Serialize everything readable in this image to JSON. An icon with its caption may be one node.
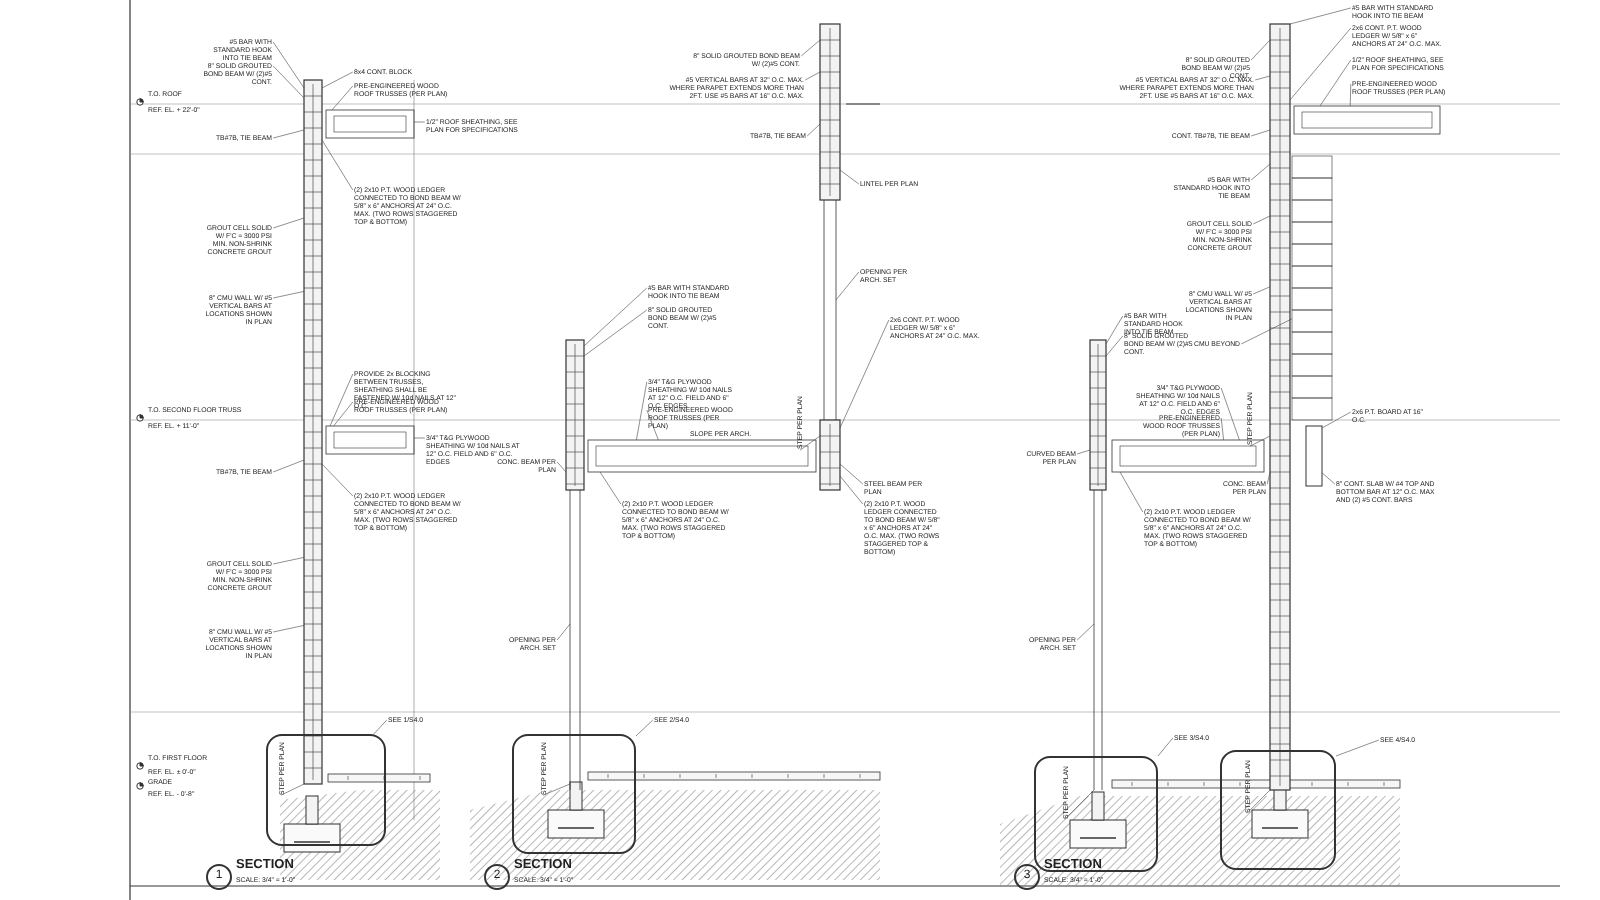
{
  "diagram": {
    "nodes": [
      {
        "text": [
          "#5 BAR WITH STANDARD HOOK INTO TIE BEAM"
        ]
      },
      {
        "text": [
          "8\" SOLID GROUTED BOND BEAM W/ (2)#5 CONT."
        ]
      },
      {
        "text": [
          "8x4 CONT. BLOCK"
        ]
      },
      {
        "text": [
          "PRE-ENGINEERED WOOD ROOF TRUSSES (PER PLAN)"
        ]
      },
      {
        "text": [
          "TB#7B, TIE BEAM"
        ]
      },
      {
        "text": [
          "1/2\" ROOF SHEATHING, SEE PLAN FOR SPECIFICATIONS"
        ]
      },
      {
        "text": [
          "(2) 2x10 P.T. WOOD LEDGER CONNECTED TO BOND BEAM W/ 5/8\" x 6\" ANCHORS AT 24\" O.C. MAX. (TWO ROWS STAGGERED TOP & BOTTOM)"
        ]
      },
      {
        "text": [
          "GROUT CELL SOLID W/ F'C = 3000 PSI MIN. NON-SHRINK CONCRETE GROUT"
        ]
      },
      {
        "text": [
          "8\" CMU WALL W/ #5 VERTICAL BARS AT LOCATIONS SHOWN IN PLAN"
        ]
      },
      {
        "text": [
          "PROVIDE 2x BLOCKING BETWEEN TRUSSES, SHEATHING SHALL BE FASTENED W/ 10d NAILS AT 12\" O.C."
        ]
      },
      {
        "text": [
          "PRE-ENGINEERED WOOD ROOF TRUSSES (PER PLAN)"
        ]
      },
      {
        "text": [
          "3/4\" T&G PLYWOOD SHEATHING W/ 10d NAILS AT 12\" O.C. FIELD AND 6\" O.C. EDGES"
        ]
      },
      {
        "text": [
          "TB#7B, TIE BEAM"
        ]
      },
      {
        "text": [
          "(2) 2x10 P.T. WOOD LEDGER CONNECTED TO BOND BEAM W/ 5/8\" x 6\" ANCHORS AT 24\" O.C. MAX. (TWO ROWS STAGGERED TOP & BOTTOM)"
        ]
      },
      {
        "text": [
          "GROUT CELL SOLID W/ F'C = 3000 PSI MIN. NON-SHRINK CONCRETE GROUT"
        ]
      },
      {
        "text": [
          "8\" CMU WALL W/ #5 VERTICAL BARS AT LOCATIONS SHOWN IN PLAN"
        ]
      },
      {
        "text": [
          "SEE 1/S4.0"
        ]
      },
      {
        "text": [
          "STEP PER PLAN"
        ],
        "in": 68
      },
      {
        "text": [
          "8\" SOLID GROUTED BOND BEAM W/ (2)#5 CONT."
        ]
      },
      {
        "text": [
          "#5 VERTICAL BARS AT 32\" O.C. MAX. WHERE PARAPET EXTENDS MORE THAN 2FT. USE #5 BARS AT 16\" O.C. MAX."
        ]
      },
      {
        "text": [
          "TB#7B, TIE BEAM"
        ]
      },
      {
        "text": [
          "LINTEL PER PLAN"
        ]
      },
      {
        "text": [
          "OPENING PER ARCH. SET"
        ]
      },
      {
        "text": [
          "#5 BAR WITH STANDARD HOOK INTO TIE BEAM"
        ]
      },
      {
        "text": [
          "8\" SOLID GROUTED BOND BEAM W/ (2)#5 CONT."
        ]
      },
      {
        "text": [
          "3/4\" T&G PLYWOOD SHEATHING W/ 10d NAILS AT 12\" O.C. FIELD AND 6\" O.C. EDGES"
        ]
      },
      {
        "text": [
          "PRE-ENGINEERED WOOD ROOF TRUSSES (PER PLAN)"
        ]
      },
      {
        "text": [
          "STEP PER PLAN"
        ]
      },
      {
        "text": [
          "2x6 CONT. P.T. WOOD LEDGER W/ 5/8\" x 6\" ANCHORS AT 24\" O.C. MAX."
        ]
      },
      {
        "text": [
          "CONC. BEAM PER PLAN"
        ]
      },
      {
        "text": [
          "(2) 2x10 P.T. WOOD LEDGER CONNECTED TO BOND BEAM W/ 5/8\" x 6\" ANCHORS AT 24\" O.C. MAX. (TWO ROWS STAGGERED TOP & BOTTOM)"
        ]
      },
      {
        "text": [
          "STEEL BEAM PER PLAN"
        ]
      },
      {
        "text": [
          "(2) 2x10 P.T. WOOD LEDGER CONNECTED TO BOND BEAM W/ 5/8\" x 6\" ANCHORS AT 24\" O.C. MAX. (TWO ROWS STAGGERED TOP & BOTTOM)"
        ]
      },
      {
        "text": [
          "OPENING PER ARCH. SET"
        ]
      },
      {
        "text": [
          "SEE 2/S4.0"
        ]
      },
      {
        "text": [
          "STEP PER PLAN"
        ],
        "in": 75
      },
      {
        "text": [
          "#5 BAR WITH STANDARD HOOK INTO TIE BEAM"
        ]
      },
      {
        "text": [
          "2x6 CONT. P.T. WOOD LEDGER W/ 5/8\" x 6\" ANCHORS AT 24\" O.C. MAX."
        ]
      },
      {
        "text": [
          "8\" SOLID GROUTED BOND BEAM W/ (2)#5 CONT."
        ]
      },
      {
        "text": [
          "#5 VERTICAL BARS AT 32\" O.C. MAX. WHERE PARAPET EXTENDS MORE THAN 2FT. USE #5 BARS AT 16\" O.C. MAX."
        ]
      },
      {
        "text": [
          "1/2\" ROOF SHEATHING, SEE PLAN FOR SPECIFICATIONS"
        ]
      },
      {
        "text": [
          "PRE-ENGINEERED WOOD ROOF TRUSSES (PER PLAN)"
        ]
      },
      {
        "text": [
          "CONT. TB#7B, TIE BEAM"
        ]
      },
      {
        "text": [
          "#5 BAR WITH STANDARD HOOK INTO TIE BEAM"
        ]
      },
      {
        "text": [
          "GROUT CELL SOLID W/ F'C = 3000 PSI MIN. NON-SHRINK CONCRETE GROUT"
        ]
      },
      {
        "text": [
          "8\" CMU WALL W/ #5 VERTICAL BARS AT LOCATIONS SHOWN IN PLAN"
        ]
      },
      {
        "text": [
          "CMU BEYOND"
        ]
      },
      {
        "text": [
          "#5 BAR WITH STANDARD HOOK INTO TIE BEAM"
        ]
      },
      {
        "text": [
          "8\" SOLID GROUTED BOND BEAM W/ (2)#5 CONT."
        ]
      },
      {
        "text": [
          "3/4\" T&G PLYWOOD SHEATHING W/ 10d NAILS AT 12\" O.C. FIELD AND 6\" O.C. EDGES"
        ]
      },
      {
        "text": [
          "PRE-ENGINEERED WOOD ROOF TRUSSES (PER PLAN)"
        ]
      },
      {
        "text": [
          "STEP PER PLAN"
        ]
      },
      {
        "text": [
          "2x6 P.T. BOARD AT 16\" O.C."
        ]
      },
      {
        "text": [
          "CURVED BEAM PER PLAN"
        ]
      },
      {
        "text": [
          "(2) 2x10 P.T. WOOD LEDGER CONNECTED TO BOND BEAM W/ 5/8\" x 6\" ANCHORS AT 24\" O.C. MAX. (TWO ROWS STAGGERED TOP & BOTTOM)"
        ]
      },
      {
        "text": [
          "CONC. BEAM PER PLAN"
        ]
      },
      {
        "text": [
          "8\" CONT. SLAB W/ #4 TOP AND BOTTOM BAR AT 12\" O.C. MAX AND (2) #5 CONT. BARS"
        ]
      },
      {
        "text": [
          "OPENING PER ARCH. SET"
        ]
      },
      {
        "text": [
          "SEE 3/S4.0"
        ]
      },
      {
        "text": [
          "STEP PER PLAN"
        ],
        "in": 83
      },
      {
        "text": [
          "SEE 4/S4.0"
        ]
      },
      {
        "text": [
          "STEP PER PLAN"
        ],
        "in": 84
      },
      {
        "text": [
          "1"
        ]
      },
      {
        "text": [
          "2"
        ]
      },
      {
        "text": [
          "3"
        ]
      },
      {
        "text": [],
        "shape": "box"
      },
      {
        "text": [],
        "shape": "box"
      },
      {
        "text": [],
        "shape": "box"
      },
      {
        "text": [],
        "shape": "box"
      },
      {
        "text": [],
        "shape": "box"
      },
      {
        "text": [],
        "shape": "box"
      },
      {
        "text": [],
        "shape": "box"
      },
      {
        "text": [],
        "shape": "box"
      },
      {
        "text": [],
        "shape": "box"
      },
      {
        "text": [],
        "shape": "box"
      },
      {
        "text": [],
        "shape": "box"
      },
      {
        "text": [],
        "shape": "box"
      },
      {
        "text": [],
        "shape": "box"
      },
      {
        "text": [],
        "shape": "box"
      },
      {
        "text": [],
        "shape": "box"
      },
      {
        "text": [],
        "shape": "box"
      },
      {
        "text": [],
        "shape": "box"
      },
      {
        "text": [],
        "shape": "box"
      },
      {
        "text": [],
        "shape": "box"
      },
      {
        "text": [],
        "shape": "box"
      }
    ],
    "edges": [
      {
        "from": 0,
        "to": 65,
        "arrow": "none"
      },
      {
        "from": 1,
        "to": 65,
        "arrow": "none"
      },
      {
        "from": 2,
        "to": 65,
        "arrow": "none"
      },
      {
        "from": 3,
        "to": 66,
        "arrow": "none"
      },
      {
        "from": 4,
        "to": 65,
        "arrow": "none"
      },
      {
        "from": 5,
        "to": 66,
        "arrow": "none"
      },
      {
        "from": 6,
        "to": 65,
        "arrow": "none"
      },
      {
        "from": 7,
        "to": 65,
        "arrow": "none"
      },
      {
        "from": 8,
        "to": 65,
        "arrow": "none"
      },
      {
        "from": 9,
        "to": 67,
        "arrow": "none"
      },
      {
        "from": 10,
        "to": 67,
        "arrow": "none"
      },
      {
        "from": 11,
        "to": 67,
        "arrow": "none"
      },
      {
        "from": 12,
        "to": 65,
        "arrow": "none"
      },
      {
        "from": 13,
        "to": 65,
        "arrow": "none"
      },
      {
        "from": 14,
        "to": 65,
        "arrow": "none"
      },
      {
        "from": 15,
        "to": 65,
        "arrow": "none"
      },
      {
        "from": 16,
        "to": 68,
        "arrow": "none"
      },
      {
        "from": 17,
        "to": 65,
        "arrow": "none"
      },
      {
        "from": 18,
        "to": 69,
        "arrow": "none"
      },
      {
        "from": 19,
        "to": 69,
        "arrow": "none"
      },
      {
        "from": 20,
        "to": 69,
        "arrow": "none"
      },
      {
        "from": 21,
        "to": 69,
        "arrow": "none"
      },
      {
        "from": 22,
        "to": 71,
        "arrow": "none"
      },
      {
        "from": 23,
        "to": 70,
        "arrow": "none"
      },
      {
        "from": 24,
        "to": 70,
        "arrow": "none"
      },
      {
        "from": 25,
        "to": 72,
        "arrow": "none"
      },
      {
        "from": 26,
        "to": 72,
        "arrow": "none"
      },
      {
        "from": 27,
        "to": 73,
        "arrow": "none"
      },
      {
        "from": 28,
        "to": 73,
        "arrow": "none"
      },
      {
        "from": 29,
        "to": 70,
        "arrow": "none"
      },
      {
        "from": 30,
        "to": 72,
        "arrow": "none"
      },
      {
        "from": 31,
        "to": 73,
        "arrow": "none"
      },
      {
        "from": 32,
        "to": 73,
        "arrow": "none"
      },
      {
        "from": 33,
        "to": 74,
        "arrow": "none"
      },
      {
        "from": 34,
        "to": 75,
        "arrow": "none"
      },
      {
        "from": 35,
        "to": 74,
        "arrow": "none"
      },
      {
        "from": 36,
        "to": 76,
        "arrow": "none"
      },
      {
        "from": 37,
        "to": 76,
        "arrow": "none"
      },
      {
        "from": 38,
        "to": 76,
        "arrow": "none"
      },
      {
        "from": 39,
        "to": 76,
        "arrow": "none"
      },
      {
        "from": 40,
        "to": 77,
        "arrow": "none"
      },
      {
        "from": 41,
        "to": 77,
        "arrow": "none"
      },
      {
        "from": 42,
        "to": 76,
        "arrow": "none"
      },
      {
        "from": 43,
        "to": 76,
        "arrow": "none"
      },
      {
        "from": 44,
        "to": 76,
        "arrow": "none"
      },
      {
        "from": 45,
        "to": 76,
        "arrow": "none"
      },
      {
        "from": 46,
        "to": 78,
        "arrow": "none"
      },
      {
        "from": 47,
        "to": 79,
        "arrow": "none"
      },
      {
        "from": 48,
        "to": 79,
        "arrow": "none"
      },
      {
        "from": 49,
        "to": 80,
        "arrow": "none"
      },
      {
        "from": 50,
        "to": 80,
        "arrow": "none"
      },
      {
        "from": 51,
        "to": 76,
        "arrow": "none"
      },
      {
        "from": 52,
        "to": 81,
        "arrow": "none"
      },
      {
        "from": 53,
        "to": 79,
        "arrow": "none"
      },
      {
        "from": 54,
        "to": 80,
        "arrow": "none"
      },
      {
        "from": 55,
        "to": 76,
        "arrow": "none"
      },
      {
        "from": 56,
        "to": 81,
        "arrow": "none"
      },
      {
        "from": 57,
        "to": 82,
        "arrow": "none"
      },
      {
        "from": 58,
        "to": 83,
        "arrow": "none"
      },
      {
        "from": 59,
        "to": 82,
        "arrow": "none"
      },
      {
        "from": 60,
        "to": 84,
        "arrow": "none"
      },
      {
        "from": 61,
        "to": 76,
        "arrow": "none"
      }
    ],
    "labels": [
      "T.O. ROOF",
      "REF. EL. + 22'-0\"",
      "T.O. SECOND FLOOR TRUSS",
      "REF. EL. + 11'-0\"",
      "T.O. FIRST FLOOR",
      "REF. EL. ± 0'-0\"",
      "GRADE",
      "REF. EL. - 0'-8\"",
      "SECTION",
      "SCALE: 3/4\" = 1'-0\"",
      "SLOPE PER ARCH.",
      "SECTION",
      "SCALE: 3/4\" = 1'-0\"",
      "SECTION",
      "SCALE: 3/4\" = 1'-0\""
    ]
  }
}
